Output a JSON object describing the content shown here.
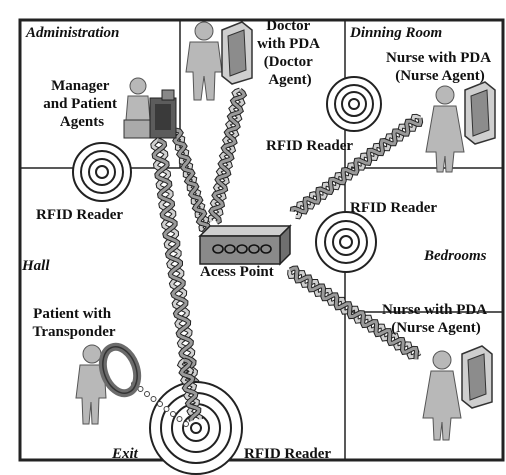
{
  "rooms": {
    "administration": "Administration",
    "dinning_room": "Dinning Room",
    "hall": "Hall",
    "bedrooms": "Bedrooms",
    "exit": "Exit"
  },
  "labels": {
    "doctor": [
      "Doctor",
      "with PDA",
      "(Doctor",
      "Agent)"
    ],
    "nurse_top": [
      "Nurse with PDA",
      "(Nurse Agent)"
    ],
    "nurse_bottom": [
      "Nurse with PDA",
      "(Nurse Agent)"
    ],
    "manager": [
      "Manager",
      "and Patient",
      "Agents"
    ],
    "patient": [
      "Patient with",
      "Transponder"
    ],
    "rfid_top": "RFID Reader",
    "rfid_left": "RFID Reader",
    "rfid_right": "RFID Reader",
    "rfid_bottom": "RFID Reader",
    "access_point": "Acess Point"
  },
  "colors": {
    "wall": "#222222",
    "person": "#b8b8b8",
    "device": "#c8c8c8",
    "access_point": "#8a8a8a",
    "wave_dark": "#555555",
    "wave_light": "#d0d0d0"
  }
}
